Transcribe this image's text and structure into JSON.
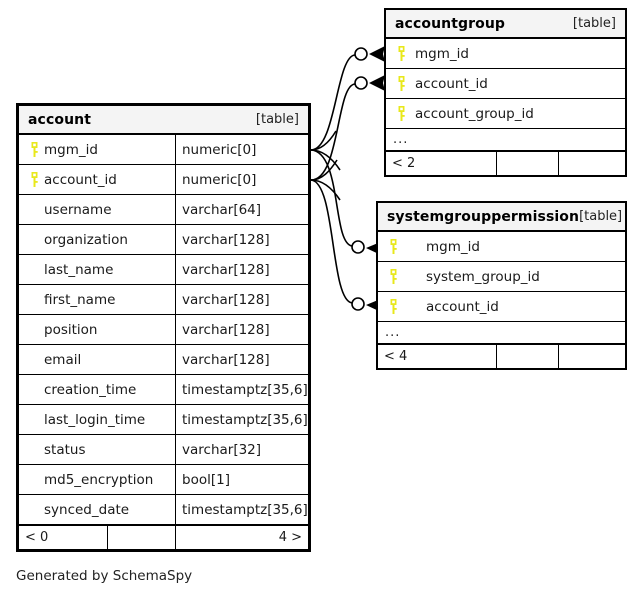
{
  "diagram": {
    "tool_credit": "Generated by SchemaSpy",
    "table_tag": "[table]",
    "ellipsis": "...",
    "key_icon": "key-icon"
  },
  "tables": {
    "account": {
      "name": "account",
      "tag": "[table]",
      "columns": [
        {
          "name": "mgm_id",
          "type": "numeric[0]",
          "key": true
        },
        {
          "name": "account_id",
          "type": "numeric[0]",
          "key": true
        },
        {
          "name": "username",
          "type": "varchar[64]",
          "key": false
        },
        {
          "name": "organization",
          "type": "varchar[128]",
          "key": false
        },
        {
          "name": "last_name",
          "type": "varchar[128]",
          "key": false
        },
        {
          "name": "first_name",
          "type": "varchar[128]",
          "key": false
        },
        {
          "name": "position",
          "type": "varchar[128]",
          "key": false
        },
        {
          "name": "email",
          "type": "varchar[128]",
          "key": false
        },
        {
          "name": "creation_time",
          "type": "timestamptz[35,6]",
          "key": false
        },
        {
          "name": "last_login_time",
          "type": "timestamptz[35,6]",
          "key": false
        },
        {
          "name": "status",
          "type": "varchar[32]",
          "key": false
        },
        {
          "name": "md5_encryption",
          "type": "bool[1]",
          "key": false
        },
        {
          "name": "synced_date",
          "type": "timestamptz[35,6]",
          "key": false
        }
      ],
      "footer": {
        "left": "< 0",
        "middle": "",
        "right": "4 >"
      }
    },
    "accountgroup": {
      "name": "accountgroup",
      "tag": "[table]",
      "columns": [
        {
          "name": "mgm_id",
          "key": true
        },
        {
          "name": "account_id",
          "key": true
        },
        {
          "name": "account_group_id",
          "key": true
        }
      ],
      "ellipsis": "...",
      "footer": {
        "left": "< 2",
        "middle": "",
        "right": ""
      }
    },
    "systemgrouppermission": {
      "name": "systemgrouppermission",
      "tag": "[table]",
      "columns": [
        {
          "name": "mgm_id",
          "key": true
        },
        {
          "name": "system_group_id",
          "key": true
        },
        {
          "name": "account_id",
          "key": true
        }
      ],
      "ellipsis": "...",
      "footer": {
        "left": "< 4",
        "middle": "",
        "right": ""
      }
    }
  },
  "relationships": [
    {
      "from": "account.mgm_id",
      "to": "accountgroup.mgm_id",
      "from_card": "many",
      "to_card": "zero-or-one"
    },
    {
      "from": "account.account_id",
      "to": "accountgroup.account_id",
      "from_card": "many",
      "to_card": "zero-or-one"
    },
    {
      "from": "account.mgm_id",
      "to": "systemgrouppermission.mgm_id",
      "from_card": "many",
      "to_card": "zero-or-one"
    },
    {
      "from": "account.account_id",
      "to": "systemgrouppermission.account_id",
      "from_card": "many",
      "to_card": "zero-or-one"
    }
  ],
  "colors": {
    "key": "#e8e81c",
    "header_bg": "#f4f4f4",
    "border": "#000000",
    "text": "#1a1a1a"
  }
}
